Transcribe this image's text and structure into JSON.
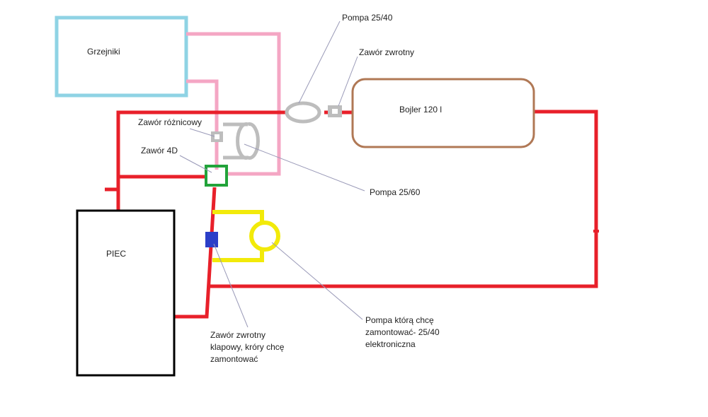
{
  "labels": {
    "grzejniki": "Grzejniki",
    "pompa_top": "Pompa 25/40",
    "zawor_zwrotny_top": "Zawór zwrotny",
    "bojler": "Bojler 120 l",
    "zawor_roznicowy": "Zawór różnicowy",
    "zawor_4d": "Zawór 4D",
    "pompa_2560": "Pompa 25/60",
    "piec": "PIEC",
    "pompa_new": [
      "Pompa którą chcę",
      "zamontować- 25/40",
      "elektroniczna"
    ],
    "zawor_klapowy": [
      "Zawór zwrotny",
      "klapowy, króry chcę",
      "zamontować"
    ]
  },
  "colors": {
    "supply_pipe": "#e8202a",
    "radiator_pipe": "#f4a6c4",
    "radiator_box": "#8fd3e4",
    "boiler_box": "#b07855",
    "furnace_box": "#000000",
    "valve_4d": "#22a33a",
    "new_pump": "#f2ea0a",
    "existing_pump": "#bdbdbd",
    "check_valve_new": "#2b3ec8",
    "leader_line": "#9a9ab8"
  }
}
